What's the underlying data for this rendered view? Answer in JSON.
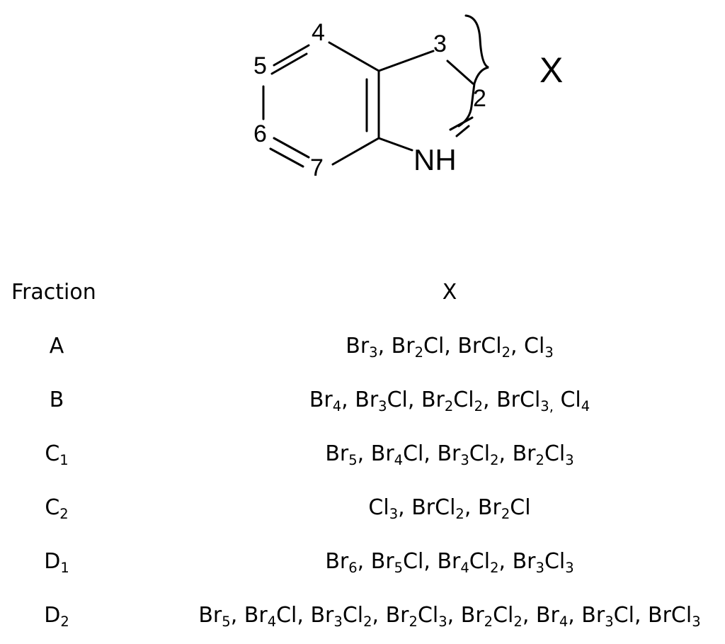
{
  "structure": {
    "atom_numbers": [
      "2",
      "3",
      "4",
      "5",
      "6",
      "7"
    ],
    "nh_label": "NH",
    "substituent_label": "X"
  },
  "table": {
    "header": {
      "fraction": "Fraction",
      "x": "X"
    },
    "rows": [
      {
        "fraction": {
          "main": "A",
          "sub": ""
        },
        "x": [
          [
            "Br",
            "3"
          ],
          [
            ", Br",
            "2"
          ],
          [
            "Cl, BrCl",
            "2"
          ],
          [
            ", Cl",
            "3"
          ]
        ]
      },
      {
        "fraction": {
          "main": "B",
          "sub": ""
        },
        "x": [
          [
            "Br",
            "4"
          ],
          [
            ", Br",
            "3"
          ],
          [
            "Cl, Br",
            "2"
          ],
          [
            "Cl",
            "2"
          ],
          [
            ", BrCl",
            "3,"
          ],
          [
            " Cl",
            "4"
          ]
        ]
      },
      {
        "fraction": {
          "main": "C",
          "sub": "1"
        },
        "x": [
          [
            "Br",
            "5"
          ],
          [
            ", Br",
            "4"
          ],
          [
            "Cl, Br",
            "3"
          ],
          [
            "Cl",
            "2"
          ],
          [
            ", Br",
            "2"
          ],
          [
            "Cl",
            "3"
          ]
        ]
      },
      {
        "fraction": {
          "main": "C",
          "sub": "2"
        },
        "x": [
          [
            "Cl",
            "3"
          ],
          [
            ", BrCl",
            "2"
          ],
          [
            ", Br",
            "2"
          ],
          [
            "Cl",
            ""
          ]
        ]
      },
      {
        "fraction": {
          "main": "D",
          "sub": "1"
        },
        "x": [
          [
            "Br",
            "6"
          ],
          [
            ", Br",
            "5"
          ],
          [
            "Cl, Br",
            "4"
          ],
          [
            "Cl",
            "2"
          ],
          [
            ", Br",
            "3"
          ],
          [
            "Cl",
            "3"
          ]
        ]
      },
      {
        "fraction": {
          "main": "D",
          "sub": "2"
        },
        "x": [
          [
            "Br",
            "5"
          ],
          [
            ", Br",
            "4"
          ],
          [
            "Cl, Br",
            "3"
          ],
          [
            "Cl",
            "2"
          ],
          [
            ", Br",
            "2"
          ],
          [
            "Cl",
            "3"
          ],
          [
            ", Br",
            "2"
          ],
          [
            "Cl",
            "2"
          ],
          [
            ", Br",
            "4"
          ],
          [
            ", Br",
            "3"
          ],
          [
            "Cl, BrCl",
            "3"
          ]
        ]
      }
    ]
  }
}
